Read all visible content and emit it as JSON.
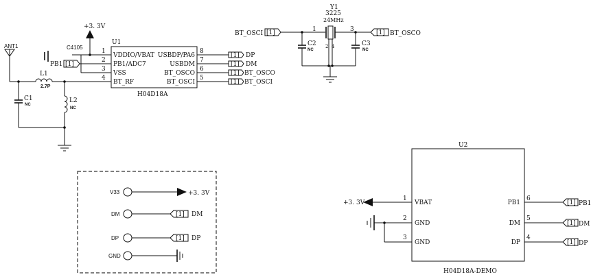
{
  "u1": {
    "ref": "U1",
    "part": "H04D18A",
    "pins_left": [
      {
        "num": "1",
        "name": "VDDIO/VBAT"
      },
      {
        "num": "2",
        "name": "PB1/ADC7"
      },
      {
        "num": "3",
        "name": "VSS"
      },
      {
        "num": "4",
        "name": "BT_RF"
      }
    ],
    "pins_right": [
      {
        "num": "8",
        "name": "USBDP/PA6",
        "net": "DP"
      },
      {
        "num": "7",
        "name": "USBDM",
        "net": "DM"
      },
      {
        "num": "6",
        "name": "BT_OSCO",
        "net": "BT_OSCO"
      },
      {
        "num": "5",
        "name": "BT_OSCI",
        "net": "BT_OSCI"
      }
    ]
  },
  "power_label": "+3. 3V",
  "port_text": "[1]",
  "pb1_net": "PB1",
  "c4_label": "C4105",
  "antenna_label": "ANT1",
  "l1": {
    "ref": "L1",
    "value": "2.7P"
  },
  "c1": {
    "ref": "C1",
    "value": "NC"
  },
  "l2": {
    "ref": "L2",
    "value": "NC"
  },
  "crystal": {
    "ref": "Y1",
    "size": "3225",
    "freq": "24MHz",
    "in_net": "BT_OSCI",
    "out_net": "BT_OSCO",
    "pin1": "1",
    "pin2": "2",
    "pin3": "3",
    "pin4": "4",
    "c2": {
      "ref": "C2",
      "value": "NC"
    },
    "c3": {
      "ref": "C3",
      "value": "NC"
    }
  },
  "testpoints": [
    {
      "label": "V33",
      "target": "+3. 3V"
    },
    {
      "label": "DM",
      "target": "DM"
    },
    {
      "label": "DP",
      "target": "DP"
    },
    {
      "label": "GND",
      "target": ""
    }
  ],
  "u2": {
    "ref": "U2",
    "part": "H04D18A-DEMO",
    "pins_left": [
      {
        "num": "1",
        "name": "VBAT"
      },
      {
        "num": "2",
        "name": "GND"
      },
      {
        "num": "3",
        "name": "GND"
      }
    ],
    "pins_right": [
      {
        "num": "6",
        "name": "PB1",
        "net": "PB1"
      },
      {
        "num": "5",
        "name": "DM",
        "net": "DM"
      },
      {
        "num": "4",
        "name": "DP",
        "net": "DP"
      }
    ]
  }
}
